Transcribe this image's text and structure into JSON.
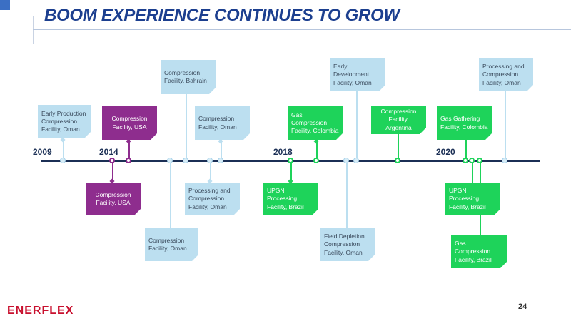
{
  "title": "BOOM EXPERIENCE CONTINUES TO GROW",
  "years": {
    "y2009": "2009",
    "y2014": "2014",
    "y2018": "2018",
    "y2020": "2020"
  },
  "colors": {
    "navy": "#1b2f55",
    "blue": "#bcdff0",
    "purple": "#8e2d8e",
    "green": "#1ed35a",
    "title": "#1c3f8f",
    "logo": "#c8102e"
  },
  "above": [
    {
      "id": "early-production-oman",
      "text": "Early Production\nCompression\nFacility, Oman",
      "color": "blue"
    },
    {
      "id": "compression-usa-top",
      "text": "Compression\nFacility, USA",
      "color": "purple"
    },
    {
      "id": "compression-bahrain",
      "text": "Compression\nFacility, Bahrain",
      "color": "blue"
    },
    {
      "id": "compression-oman-top",
      "text": "Compression\nFacility, Oman",
      "color": "blue"
    },
    {
      "id": "gas-compression-colombia",
      "text": "Gas Compression\nFacility, Colombia",
      "color": "green"
    },
    {
      "id": "early-development-oman",
      "text": "Early Development\nFacility, Oman",
      "color": "blue"
    },
    {
      "id": "compression-argentina",
      "text": "Compression\nFacility,\nArgentina",
      "color": "green"
    },
    {
      "id": "gas-gathering-colombia",
      "text": "Gas Gathering\nFacility, Colombia",
      "color": "green"
    },
    {
      "id": "processing-compression-oman-top",
      "text": "Processing and\nCompression\nFacility, Oman",
      "color": "blue"
    }
  ],
  "below": [
    {
      "id": "compression-usa-bottom",
      "text": "Compression\nFacility, USA",
      "color": "purple"
    },
    {
      "id": "compression-oman-bottom",
      "text": "Compression\nFacility, Oman",
      "color": "blue"
    },
    {
      "id": "processing-compression-oman-bottom",
      "text": "Processing and\nCompression\nFacility, Oman",
      "color": "blue"
    },
    {
      "id": "upgn-brazil-1",
      "text": "UPGN Processing\nFacility, Brazil",
      "color": "green"
    },
    {
      "id": "field-depletion-oman",
      "text": "Field Depletion\nCompression\nFacility, Oman",
      "color": "blue"
    },
    {
      "id": "upgn-brazil-2",
      "text": "UPGN Processing\nFacility, Brazil",
      "color": "green"
    },
    {
      "id": "gas-compression-brazil",
      "text": "Gas Compression\nFacility, Brazil",
      "color": "green"
    }
  ],
  "footer": {
    "logo": "ENERFLEX",
    "page": "24"
  }
}
